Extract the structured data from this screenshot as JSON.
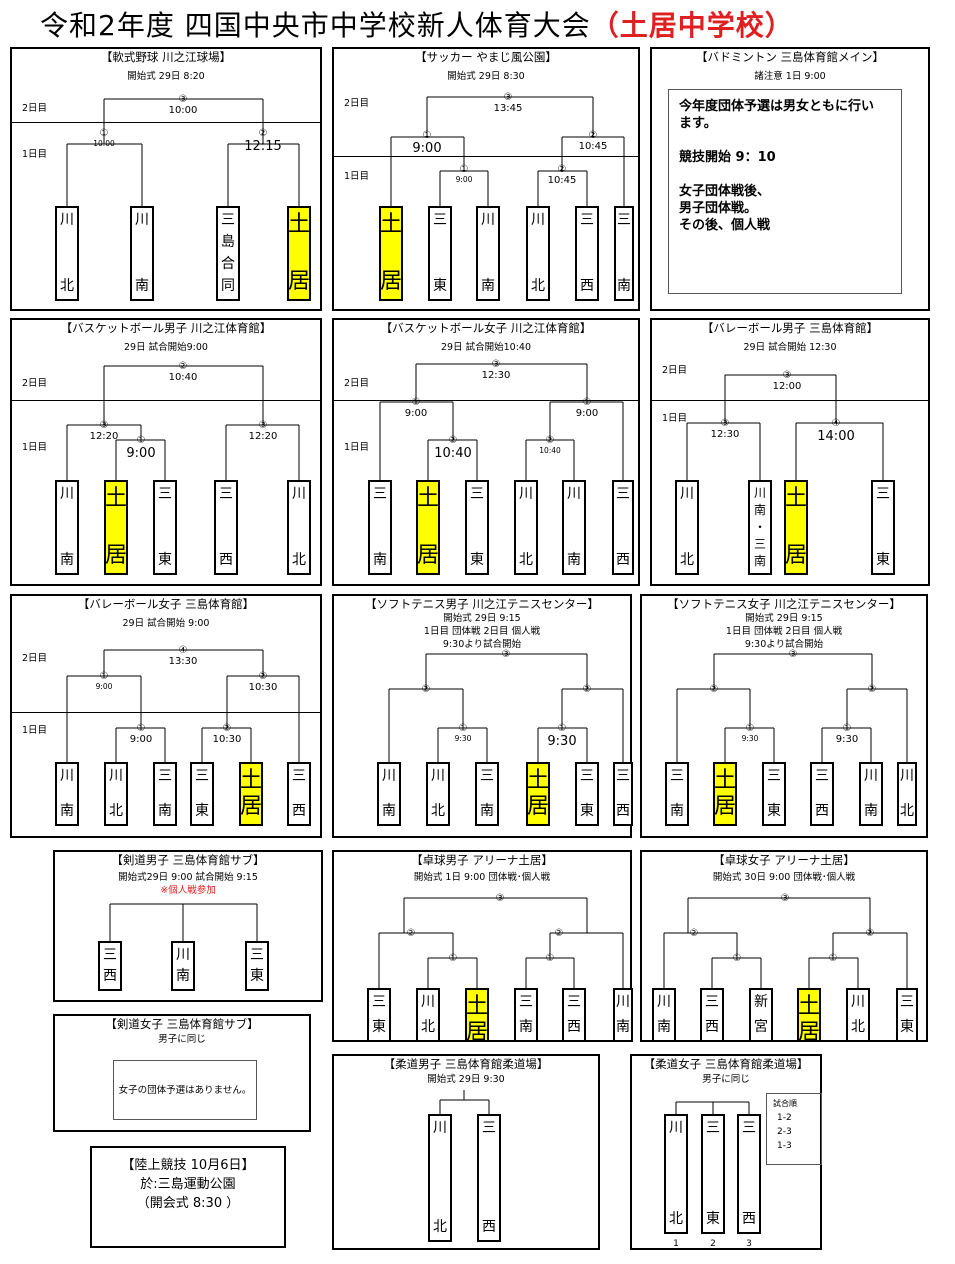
{
  "header": {
    "title_main": "令和2年度 四国中央市中学校新人体育大会",
    "title_school": "（土居中学校）",
    "colors": {
      "highlight": "#ffff00",
      "school_text": "#e02020"
    }
  },
  "panels": [
    {
      "name": "baseball",
      "title": "【軟式野球 川之江球場】",
      "info": [
        "開始式 29日 8:20"
      ],
      "days": [
        "2日目",
        "1日目"
      ],
      "teams": [
        [
          "川",
          "北"
        ],
        [
          "川",
          "南"
        ],
        [
          "三",
          "島",
          "合",
          "同"
        ],
        [
          "土",
          "居"
        ]
      ],
      "labels": [
        [
          "③",
          "10:00"
        ],
        [
          "①",
          "10:00"
        ],
        [
          "②",
          "12:15"
        ]
      ]
    },
    {
      "name": "soccer",
      "title": "【サッカー やまじ風公園】",
      "info": [
        "開始式 29日 8:30"
      ],
      "days": [
        "2日目",
        "1日目"
      ],
      "teams": [
        [
          "土",
          "居"
        ],
        [
          "三",
          "東"
        ],
        [
          "川",
          "南"
        ],
        [
          "川",
          "北"
        ],
        [
          "三",
          "西"
        ],
        [
          "三",
          "南"
        ]
      ],
      "labels": [
        [
          "③",
          "13:45"
        ],
        [
          "①",
          "9:00"
        ],
        [
          "②",
          "10:45"
        ],
        [
          "①",
          "9:00"
        ],
        [
          "②",
          "10:45"
        ]
      ]
    },
    {
      "name": "badminton",
      "title": "【バドミントン 三島体育館メイン】",
      "info": [
        "諸注意 1日 9:00"
      ],
      "text": [
        "今年度団体予選は男女ともに行い",
        "ます。",
        "",
        "競技開始 9：10",
        "",
        "女子団体戦後、",
        "男子団体戦。",
        "その後、個人戦"
      ]
    },
    {
      "name": "bball-boys",
      "title": "【バスケットボール男子 川之江体育館】",
      "info": [
        "29日 試合開始9:00"
      ],
      "days": [
        "2日目",
        "1日目"
      ],
      "teams": [
        [
          "川",
          "南"
        ],
        [
          "土",
          "居"
        ],
        [
          "三",
          "東"
        ],
        [
          "三",
          "西"
        ],
        [
          "川",
          "北"
        ]
      ],
      "labels": [
        [
          "②",
          "10:40"
        ],
        [
          "③",
          "12:20"
        ],
        [
          "①",
          "9:00"
        ],
        [
          "③",
          "12:20"
        ]
      ]
    },
    {
      "name": "bball-girls",
      "title": "【バスケットボール女子 川之江体育館】",
      "info": [
        "29日 試合開始10:40"
      ],
      "days": [
        "2日目",
        "1日目"
      ],
      "teams": [
        [
          "三",
          "南"
        ],
        [
          "土",
          "居"
        ],
        [
          "三",
          "東"
        ],
        [
          "川",
          "北"
        ],
        [
          "川",
          "南"
        ],
        [
          "三",
          "西"
        ]
      ],
      "labels": [
        [
          "③",
          "12:30"
        ],
        [
          "①",
          "9:00"
        ],
        [
          "①",
          "9:00"
        ],
        [
          "②",
          "10:40"
        ],
        [
          "②",
          "10:40"
        ]
      ]
    },
    {
      "name": "vball-boys",
      "title": "【バレーボール男子 三島体育館】",
      "info": [
        "29日 試合開始 12:30"
      ],
      "days": [
        "2日目",
        "1日目"
      ],
      "teams": [
        [
          "川",
          "北"
        ],
        [
          "川",
          "南",
          "・",
          "三",
          "南"
        ],
        [
          "土",
          "居"
        ],
        [
          "三",
          "東"
        ]
      ],
      "labels": [
        [
          "③",
          "12:00"
        ],
        [
          "③",
          "12:30"
        ],
        [
          "④",
          "14:00"
        ]
      ]
    },
    {
      "name": "vball-girls",
      "title": "【バレーボール女子 三島体育館】",
      "info": [
        "29日 試合開始 9:00"
      ],
      "days": [
        "2日目",
        "1日目"
      ],
      "teams": [
        [
          "川",
          "南"
        ],
        [
          "川",
          "北"
        ],
        [
          "三",
          "南"
        ],
        [
          "三",
          "東"
        ],
        [
          "土",
          "居"
        ],
        [
          "三",
          "西"
        ]
      ],
      "labels": [
        [
          "④",
          "13:30"
        ],
        [
          "①",
          "9:00"
        ],
        [
          "②",
          "10:30"
        ],
        [
          "①",
          "9:00"
        ],
        [
          "②",
          "10:30"
        ]
      ]
    },
    {
      "name": "softtennis-boys",
      "title": "【ソフトテニス男子 川之江テニスセンター】",
      "info": [
        "開始式 29日 9:15",
        "1日目 団体戦 2日目 個人戦",
        "9:30より試合開始"
      ],
      "teams": [
        [
          "川",
          "南"
        ],
        [
          "川",
          "北"
        ],
        [
          "三",
          "南"
        ],
        [
          "土",
          "居"
        ],
        [
          "三",
          "東"
        ],
        [
          "三",
          "西"
        ]
      ],
      "labels": [
        [
          "③",
          ""
        ],
        [
          "②",
          ""
        ],
        [
          "②",
          ""
        ],
        [
          "①",
          "9:30"
        ],
        [
          "①",
          "9:30"
        ]
      ]
    },
    {
      "name": "softtennis-girls",
      "title": "【ソフトテニス女子 川之江テニスセンター】",
      "info": [
        "開始式 29日 9:15",
        "1日目 団体戦 2日目 個人戦",
        "9:30より試合開始"
      ],
      "teams": [
        [
          "三",
          "南"
        ],
        [
          "土",
          "居"
        ],
        [
          "三",
          "東"
        ],
        [
          "三",
          "西"
        ],
        [
          "川",
          "南"
        ],
        [
          "川",
          "北"
        ]
      ],
      "labels": [
        [
          "③",
          ""
        ],
        [
          "②",
          ""
        ],
        [
          "②",
          ""
        ],
        [
          "①",
          "9:30"
        ],
        [
          "①",
          "9:30"
        ]
      ]
    },
    {
      "name": "kendo-boys",
      "title": "【剣道男子 三島体育館サブ】",
      "info": [
        "開始式29日 9:00 試合開始 9:15"
      ],
      "note": "※個人戦参加",
      "teams": [
        [
          "三",
          "西"
        ],
        [
          "川",
          "南"
        ],
        [
          "三",
          "東"
        ]
      ]
    },
    {
      "name": "tabletennis-boys",
      "title": "【卓球男子 アリーナ土居】",
      "info": [
        "開始式 1日 9:00 団体戦･個人戦"
      ],
      "teams": [
        [
          "三",
          "東"
        ],
        [
          "川",
          "北"
        ],
        [
          "土",
          "居"
        ],
        [
          "三",
          "南"
        ],
        [
          "三",
          "西"
        ],
        [
          "川",
          "南"
        ]
      ],
      "labels": [
        [
          "③",
          ""
        ],
        [
          "②",
          ""
        ],
        [
          "②",
          ""
        ],
        [
          "①",
          ""
        ],
        [
          "①",
          ""
        ]
      ]
    },
    {
      "name": "tabletennis-girls",
      "title": "【卓球女子 アリーナ土居】",
      "info": [
        "開始式 30日 9:00 団体戦･個人戦"
      ],
      "teams": [
        [
          "川",
          "南"
        ],
        [
          "三",
          "西"
        ],
        [
          "新",
          "宮"
        ],
        [
          "土",
          "居"
        ],
        [
          "川",
          "北"
        ],
        [
          "三",
          "東"
        ]
      ],
      "labels": [
        [
          "③",
          ""
        ],
        [
          "②",
          ""
        ],
        [
          "②",
          ""
        ],
        [
          "①",
          ""
        ],
        [
          "①",
          ""
        ]
      ]
    },
    {
      "name": "kendo-girls",
      "title": "【剣道女子 三島体育館サブ】",
      "info": [
        "男子に同じ"
      ],
      "text": "女子の団体予選はありません。"
    },
    {
      "name": "judo-boys",
      "title": "【柔道男子 三島体育館柔道場】",
      "info": [
        "開始式 29日 9:30"
      ],
      "teams": [
        [
          "川",
          "北"
        ],
        [
          "三",
          "西"
        ]
      ]
    },
    {
      "name": "judo-girls",
      "title": "【柔道女子 三島体育館柔道場】",
      "info": [
        "男子に同じ"
      ],
      "teams": [
        [
          "川",
          "北"
        ],
        [
          "三",
          "東"
        ],
        [
          "三",
          "西"
        ]
      ],
      "numbers": [
        "1",
        "2",
        "3"
      ],
      "order_title": "試合順",
      "order": [
        "1-2",
        "2-3",
        "1-3"
      ]
    },
    {
      "name": "track",
      "lines": [
        "【陸上競技 10月6日】",
        "於:三島運動公園",
        "（開会式 8:30 ）"
      ]
    }
  ]
}
